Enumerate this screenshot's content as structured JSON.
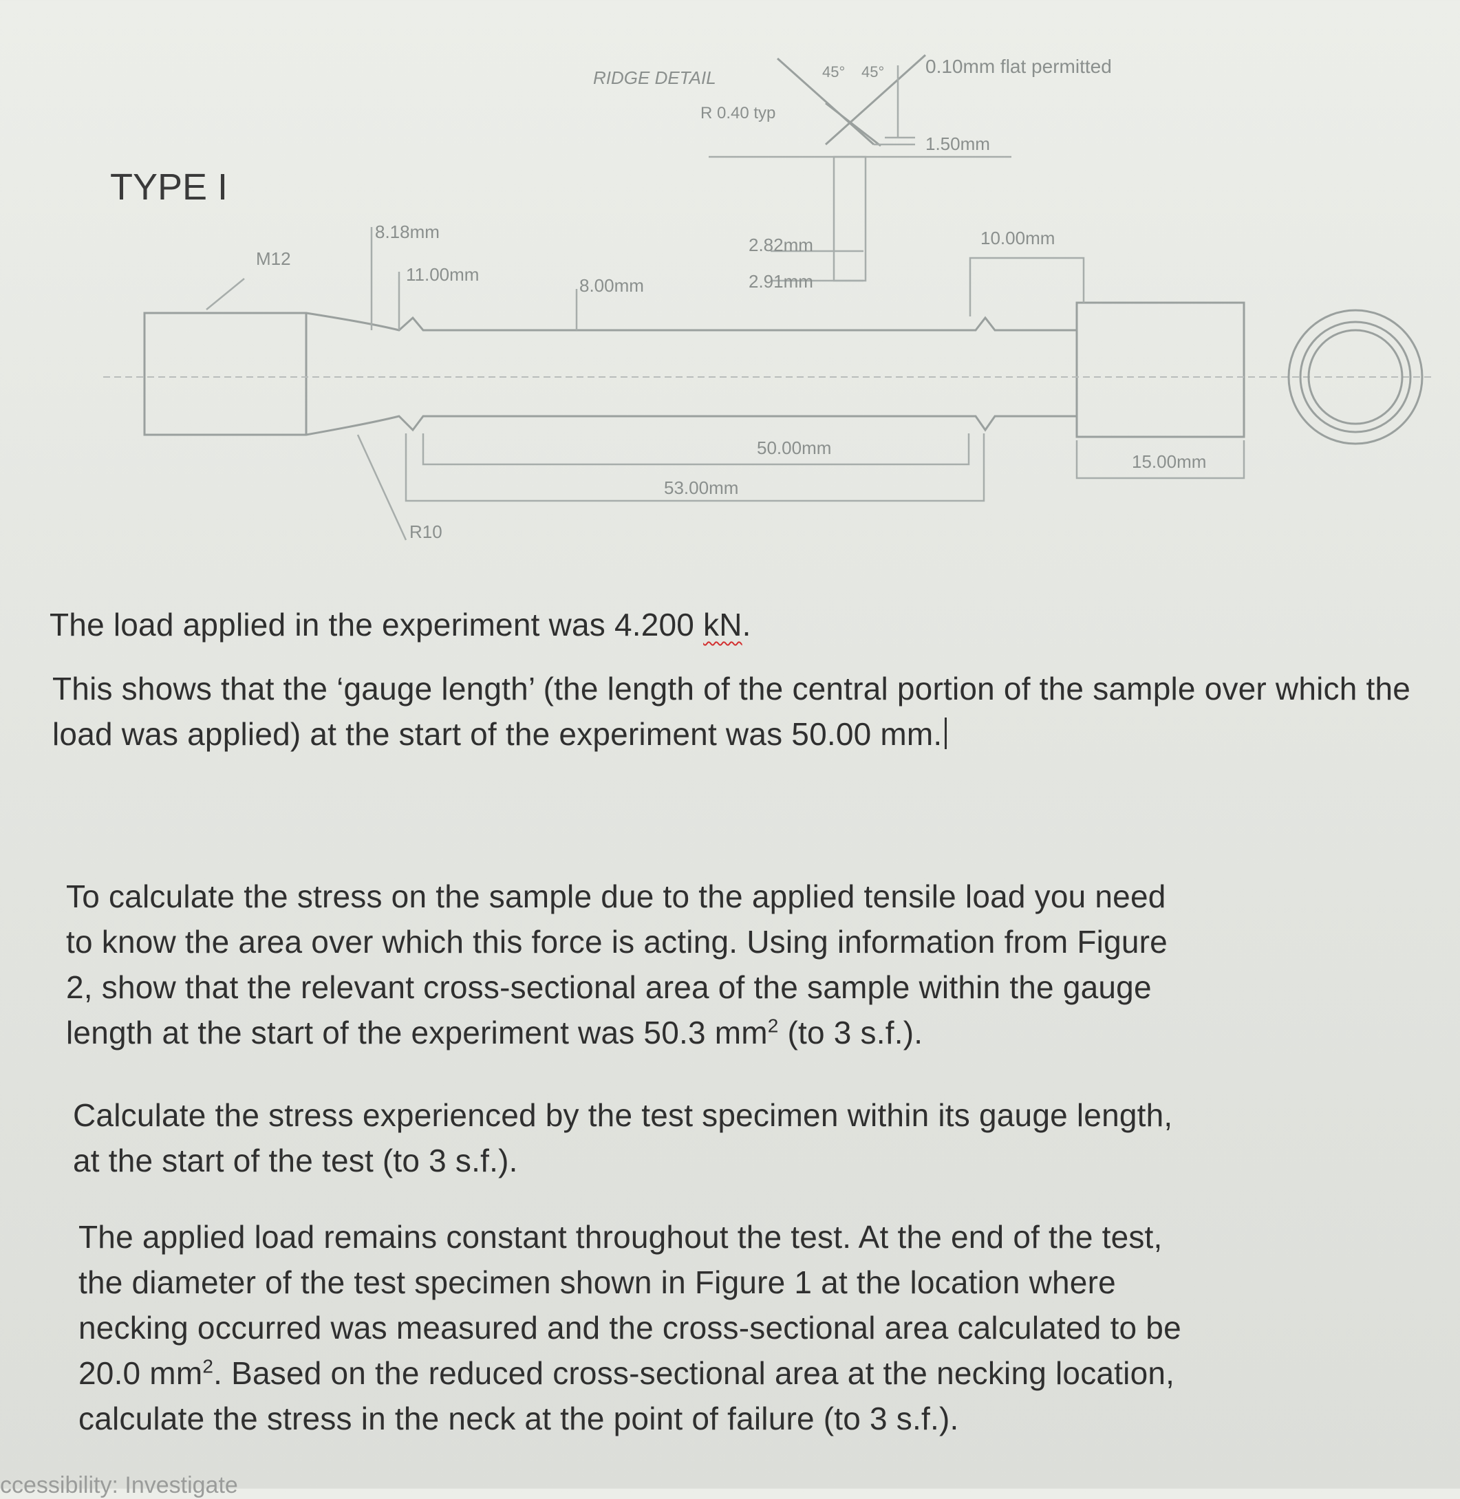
{
  "figure": {
    "type_label": "TYPE I",
    "ridge_detail": "RIDGE DETAIL",
    "radius_label": "R 0.40 typ",
    "angle_left": "45°",
    "angle_right": "45°",
    "flat_note": "0.10mm flat permitted",
    "dim_ridge_width": "1.50mm",
    "thread_label": "M12",
    "dim_8_18": "8.18mm",
    "dim_11_00": "11.00mm",
    "dim_8_00": "8.00mm",
    "dim_2_82": "2.82mm",
    "dim_2_91": "2.91mm",
    "dim_10_00": "10.00mm",
    "dim_50_00": "50.00mm",
    "dim_53_00": "53.00mm",
    "dim_15_00": "15.00mm",
    "fillet_label": "R10"
  },
  "text": {
    "p1_before": "The load applied in the experiment was 4.200 ",
    "p1_unit": "kN",
    "p1_after": ".",
    "p2": "This shows that the ‘gauge length’ (the length of the central portion of the sample over which the load was applied) at the start of the experiment was 50.00 mm.",
    "p3_before": "To calculate the stress on the sample due to the applied tensile load you need to know the area over which this force is acting. Using information from Figure 2, show that the relevant cross-sectional area of the sample within the gauge length at the start of the experiment was 50.3 mm",
    "p3_sup": "2",
    "p3_after": " (to 3 s.f.).",
    "p4": "Calculate the stress experienced by the test specimen within its gauge length, at the start of the test (to 3 s.f.).",
    "p5_before": "The applied load remains constant throughout the test. At the end of the test, the diameter of the test specimen shown in Figure 1 at the location where necking occurred was measured and the cross-sectional area calculated to be 20.0 mm",
    "p5_sup": "2",
    "p5_after": ". Based on the reduced cross-sectional area at the necking location, calculate the stress in the neck at the point of failure (to 3 s.f.).",
    "footer_partial": "ccessibility: Investigate"
  }
}
